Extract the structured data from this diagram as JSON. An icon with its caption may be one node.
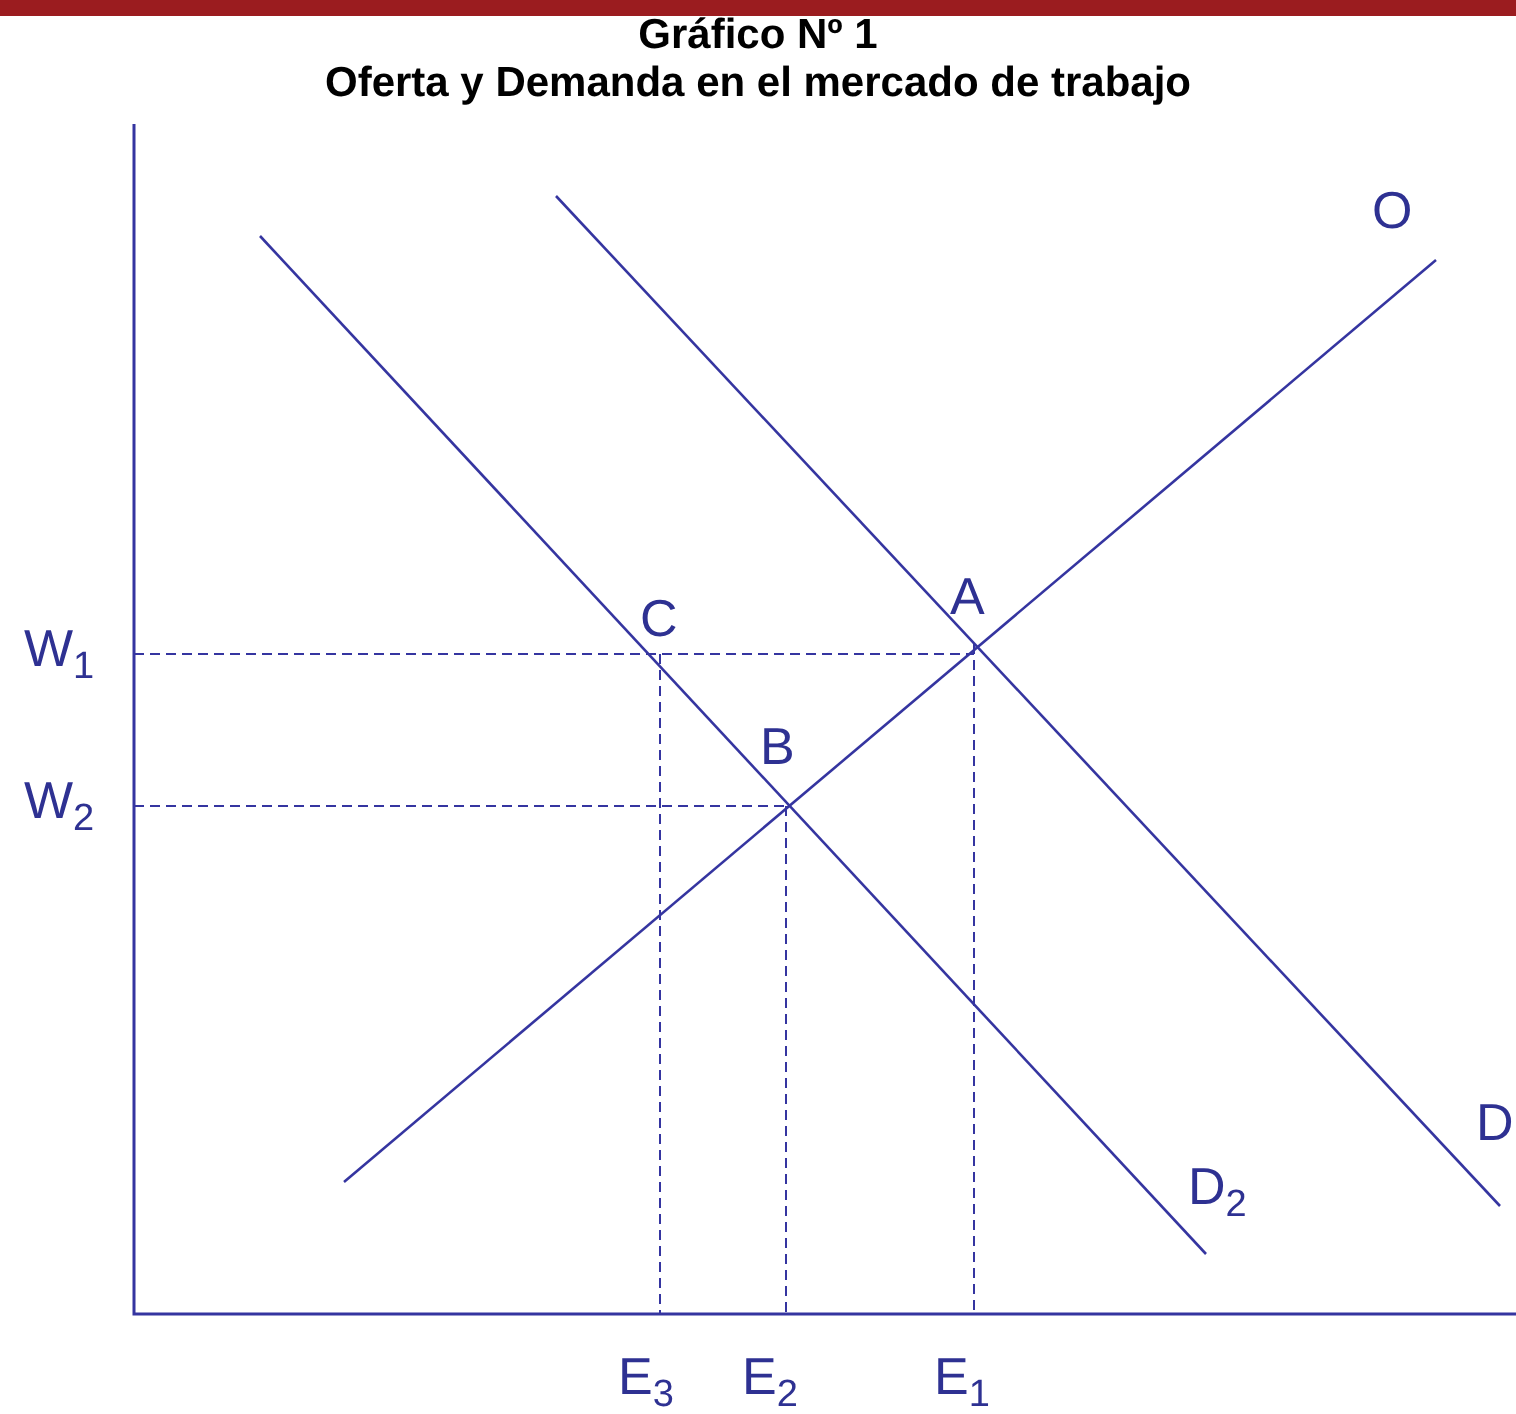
{
  "diagram": {
    "title": "Gráfico Nº 1",
    "labels": [
      "Oferta y Demanda en el mercado de trabajo",
      "W$_{1}$",
      "W$_{2}$",
      "C",
      "A",
      "B",
      "O",
      "D$_{2}$",
      "D",
      "E$_{3}$",
      "E$_{2}$",
      "E$_{1}$"
    ]
  }
}
